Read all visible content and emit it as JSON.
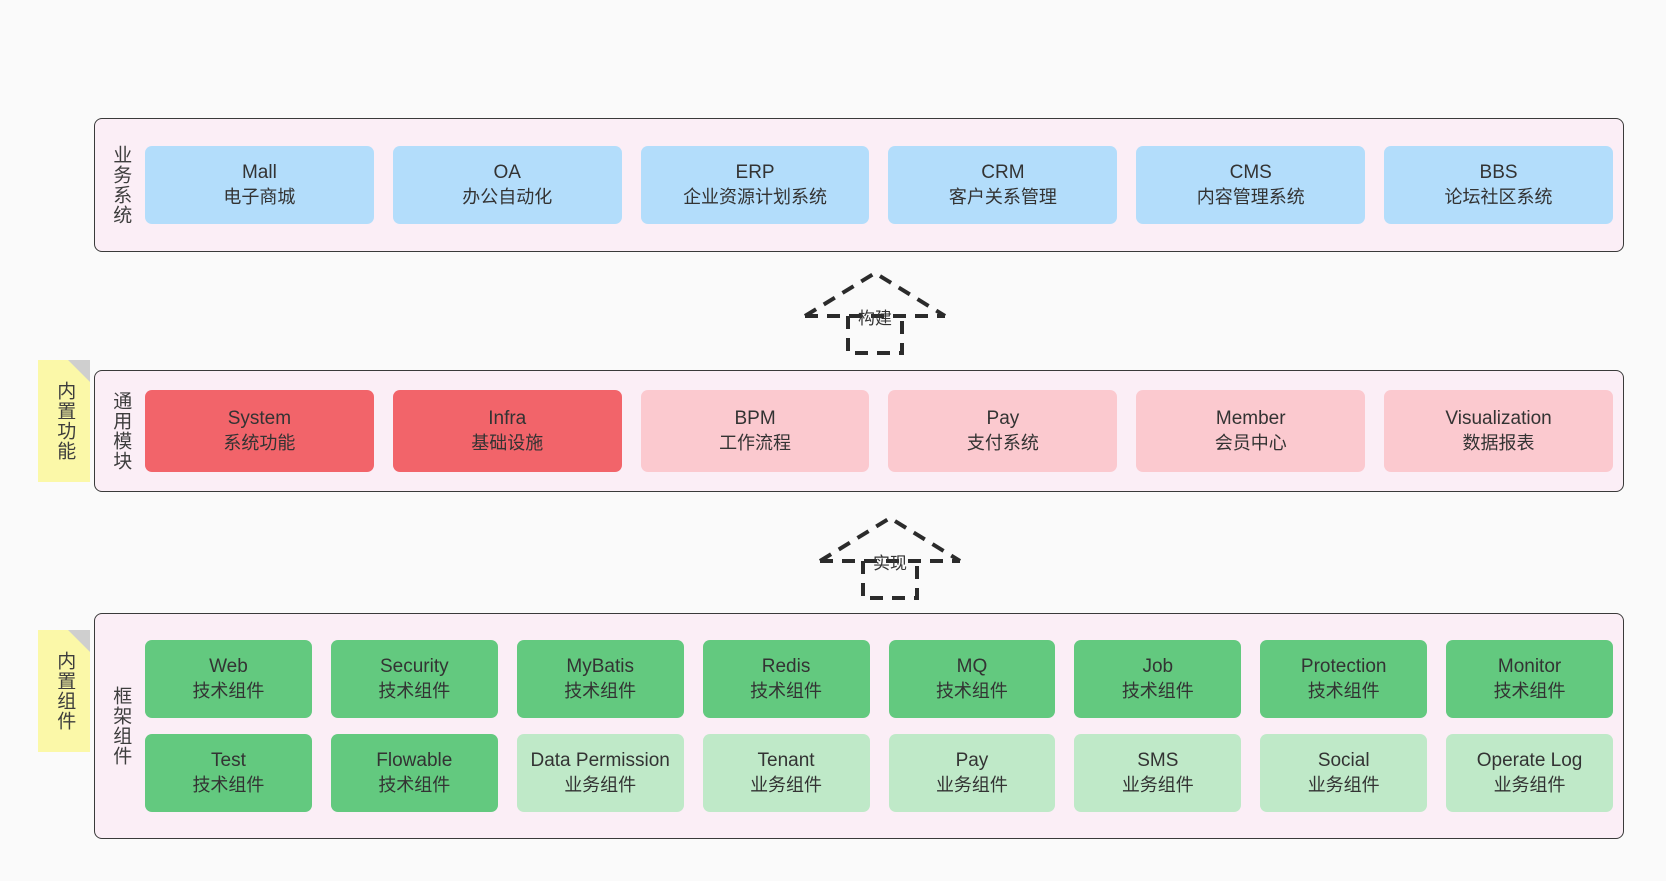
{
  "bands": [
    {
      "id": "business-systems",
      "title": "业务系统",
      "rows": [
        {
          "cards": [
            {
              "en": "Mall",
              "cn": "电子商城",
              "color": "blue"
            },
            {
              "en": "OA",
              "cn": "办公自动化",
              "color": "blue"
            },
            {
              "en": "ERP",
              "cn": "企业资源计划系统",
              "color": "blue"
            },
            {
              "en": "CRM",
              "cn": "客户关系管理",
              "color": "blue"
            },
            {
              "en": "CMS",
              "cn": "内容管理系统",
              "color": "blue"
            },
            {
              "en": "BBS",
              "cn": "论坛社区系统",
              "color": "blue"
            }
          ]
        }
      ]
    },
    {
      "id": "common-modules",
      "title": "通用模块",
      "note": "内置功能",
      "rows": [
        {
          "cards": [
            {
              "en": "System",
              "cn": "系统功能",
              "color": "red"
            },
            {
              "en": "Infra",
              "cn": "基础设施",
              "color": "red"
            },
            {
              "en": "BPM",
              "cn": "工作流程",
              "color": "pink"
            },
            {
              "en": "Pay",
              "cn": "支付系统",
              "color": "pink"
            },
            {
              "en": "Member",
              "cn": "会员中心",
              "color": "pink"
            },
            {
              "en": "Visualization",
              "cn": "数据报表",
              "color": "pink"
            }
          ]
        }
      ]
    },
    {
      "id": "framework-components",
      "title": "框架组件",
      "note": "内置组件",
      "rows": [
        {
          "cards": [
            {
              "en": "Web",
              "cn": "技术组件",
              "color": "green"
            },
            {
              "en": "Security",
              "cn": "技术组件",
              "color": "green"
            },
            {
              "en": "MyBatis",
              "cn": "技术组件",
              "color": "green"
            },
            {
              "en": "Redis",
              "cn": "技术组件",
              "color": "green"
            },
            {
              "en": "MQ",
              "cn": "技术组件",
              "color": "green"
            },
            {
              "en": "Job",
              "cn": "技术组件",
              "color": "green"
            },
            {
              "en": "Protection",
              "cn": "技术组件",
              "color": "green"
            },
            {
              "en": "Monitor",
              "cn": "技术组件",
              "color": "green"
            }
          ]
        },
        {
          "cards": [
            {
              "en": "Test",
              "cn": "技术组件",
              "color": "green"
            },
            {
              "en": "Flowable",
              "cn": "技术组件",
              "color": "green"
            },
            {
              "en": "Data Permission",
              "cn": "业务组件",
              "color": "lightgreen"
            },
            {
              "en": "Tenant",
              "cn": "业务组件",
              "color": "lightgreen"
            },
            {
              "en": "Pay",
              "cn": "业务组件",
              "color": "lightgreen"
            },
            {
              "en": "SMS",
              "cn": "业务组件",
              "color": "lightgreen"
            },
            {
              "en": "Social",
              "cn": "业务组件",
              "color": "lightgreen"
            },
            {
              "en": "Operate Log",
              "cn": "业务组件",
              "color": "lightgreen"
            }
          ]
        }
      ]
    }
  ],
  "arrows": [
    {
      "id": "build",
      "label": "构建"
    },
    {
      "id": "implement",
      "label": "实现"
    }
  ],
  "colors": {
    "band_background": "#fbeef6",
    "band_border": "#3a3a3a",
    "blue": "#b3ddfb",
    "red": "#f2646a",
    "pink": "#fbc9cf",
    "green": "#63c97f",
    "lightgreen": "#bfe9c8",
    "note": "#fbf8a8",
    "note_fold": "#cfcfcf",
    "canvas": "#fafafa"
  }
}
